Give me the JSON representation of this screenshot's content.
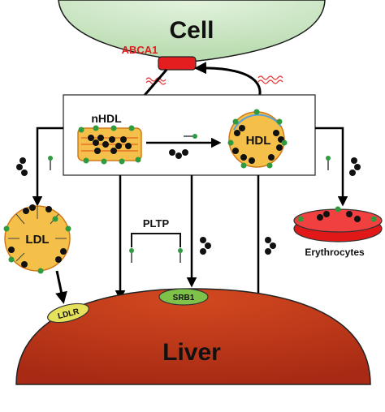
{
  "labels": {
    "cell": "Cell",
    "abca1": "ABCA1",
    "nhdl": "nHDL",
    "hdl": "HDL",
    "ldl": "LDL",
    "pltp": "PLTP",
    "srb1": "SRB1",
    "ldlr": "LDLR",
    "erythrocytes": "Erythrocytes",
    "liver": "Liver"
  },
  "colors": {
    "cell_fill": "#cfe8c8",
    "liver_fill": "#c0391c",
    "abca1": "#e41e1e",
    "particle_fill": "#f4c04a",
    "srb1": "#7fc24a",
    "ldlr": "#e6e15a",
    "erythrocyte": "#e01818",
    "cholesterol_head": "#2f9a3e",
    "cholesterol_tail": "#111111"
  }
}
